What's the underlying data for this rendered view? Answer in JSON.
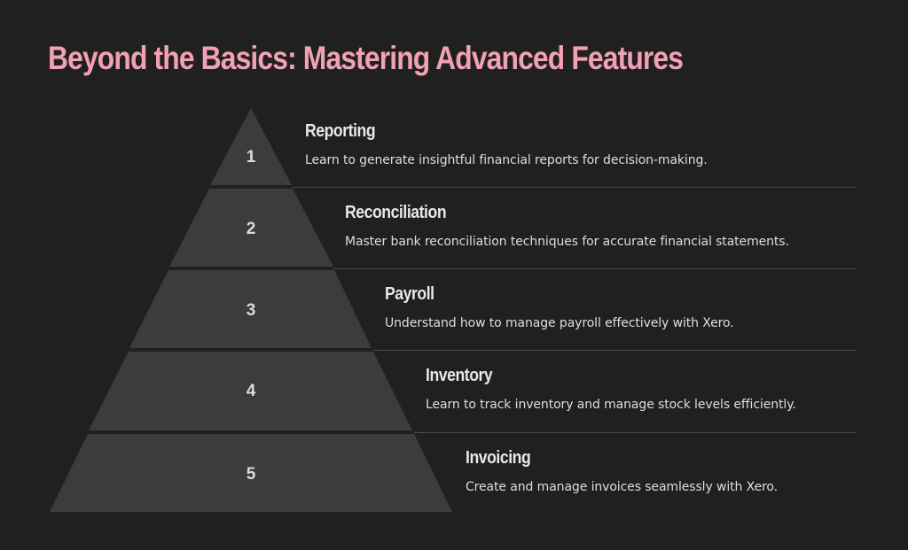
{
  "title": "Beyond the Basics: Mastering Advanced Features",
  "colors": {
    "background": "#202020",
    "title": "#f2a0b4",
    "pyramid_fill": "#3c3c3c",
    "heading": "#e8e8e8",
    "text": "#dedede"
  },
  "levels": [
    {
      "number": "1",
      "heading": "Reporting",
      "description": "Learn to generate insightful financial reports for decision-making."
    },
    {
      "number": "2",
      "heading": "Reconciliation",
      "description": "Master bank reconciliation techniques for accurate financial statements."
    },
    {
      "number": "3",
      "heading": "Payroll",
      "description": "Understand how to manage payroll effectively with Xero."
    },
    {
      "number": "4",
      "heading": "Inventory",
      "description": "Learn to track inventory and manage stock levels efficiently."
    },
    {
      "number": "5",
      "heading": "Invoicing",
      "description": "Create and manage invoices seamlessly with Xero."
    }
  ]
}
